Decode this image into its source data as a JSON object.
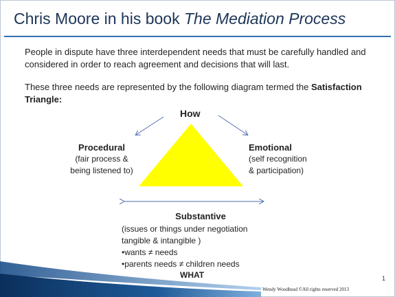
{
  "slide": {
    "title_prefix": "Chris Moore in his book ",
    "title_book": "The Mediation Process",
    "paragraph1": "People in dispute have three interdependent needs that must be carefully handled and considered in order to reach agreement and decisions that will last.",
    "paragraph2_prefix": "These three needs are represented by the following diagram termed the ",
    "paragraph2_bold": "Satisfaction Triangle:",
    "page_number": "1",
    "footer": "Wendy Woodhead ©All rights reserved 2013"
  },
  "diagram": {
    "how": "How",
    "procedural": {
      "heading": "Procedural",
      "line1": "(fair process &",
      "line2": "being listened to)"
    },
    "emotional": {
      "heading": "Emotional",
      "line1": "(self recognition",
      "line2": "& participation)"
    },
    "substantive": {
      "heading": "Substantive",
      "line1": "(issues or things under negotiation",
      "line2": "tangible & intangible )",
      "bullet1": "•wants ≠ needs",
      "bullet2": "•parents needs ≠ children needs"
    },
    "what": "WHAT",
    "triangle_color": "#ffff00",
    "arrow_color": "#4f6fa8"
  }
}
